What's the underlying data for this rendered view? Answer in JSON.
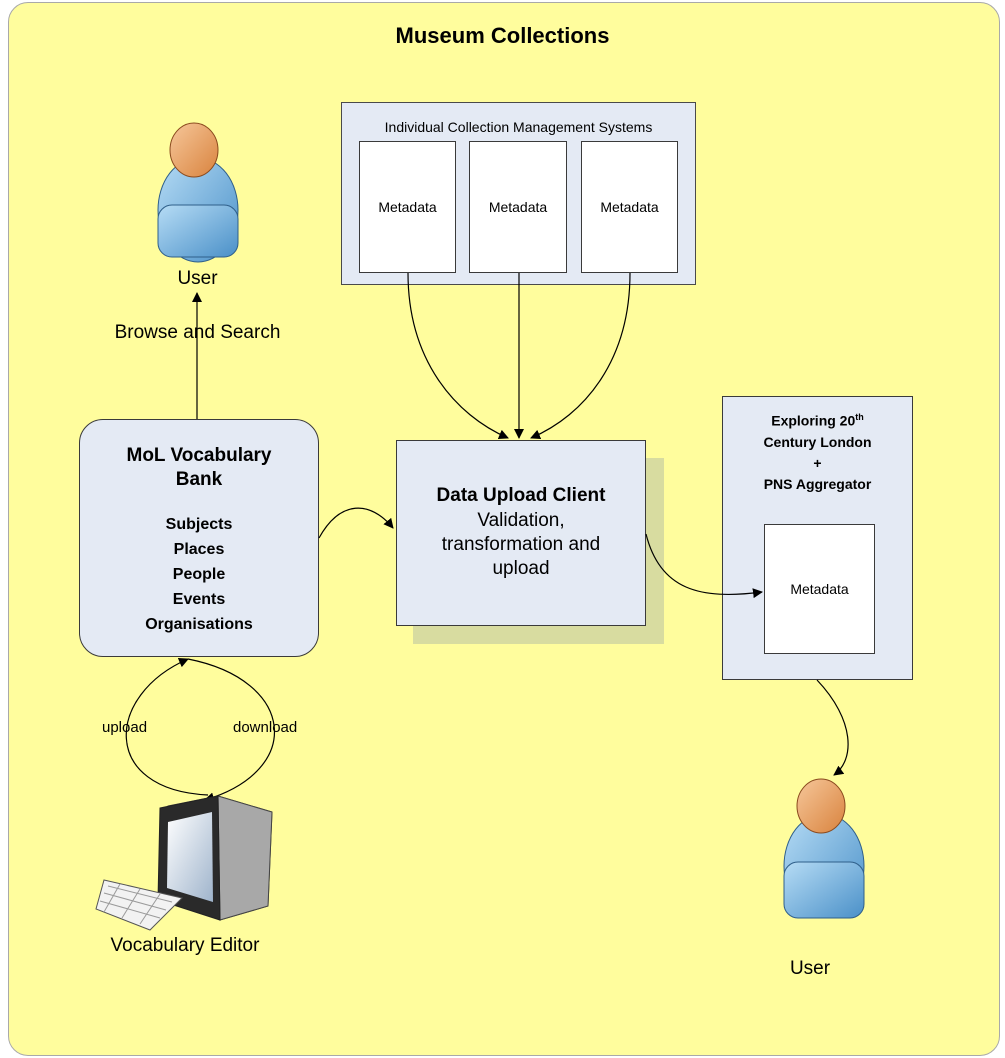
{
  "title": "Museum Collections",
  "cms": {
    "title": "Individual Collection Management Systems",
    "cards": [
      "Metadata",
      "Metadata",
      "Metadata"
    ]
  },
  "vocab_bank": {
    "title": "MoL Vocabulary Bank",
    "items": [
      "Subjects",
      "Places",
      "People",
      "Events",
      "Organisations"
    ]
  },
  "upload_client": {
    "title": "Data Upload Client",
    "subtitle": "Validation, transformation and upload"
  },
  "exploring": {
    "title_line1": "Exploring 20",
    "title_sup": "th",
    "title_line2": "Century London",
    "plus": "+",
    "title_line3": "PNS Aggregator",
    "card": "Metadata"
  },
  "users": {
    "left_label": "User",
    "right_label": "User"
  },
  "edges": {
    "browse_search": "Browse and Search",
    "upload": "upload",
    "download": "download"
  },
  "editor_label": "Vocabulary Editor"
}
